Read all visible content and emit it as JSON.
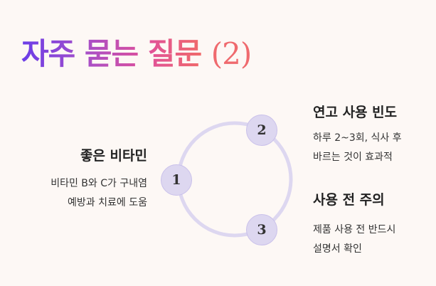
{
  "title": {
    "main": "자주 묻는 질문",
    "suffix": "(2)"
  },
  "items": [
    {
      "number": "1",
      "heading": "좋은 비타민",
      "lines": [
        "비타민 B와 C가 구내염",
        "예방과 치료에 도움"
      ]
    },
    {
      "number": "2",
      "heading": "연고 사용 빈도",
      "lines": [
        "하루 2~3회, 식사 후",
        "바르는 것이 효과적"
      ]
    },
    {
      "number": "3",
      "heading": "사용 전 주의",
      "lines": [
        "제품 사용 전 반드시",
        "설명서 확인"
      ]
    }
  ],
  "colors": {
    "ring": "#ddd7f0",
    "badge": "#ddd7f0",
    "title_start": "#6a3de8",
    "title_end": "#f06a6a"
  }
}
